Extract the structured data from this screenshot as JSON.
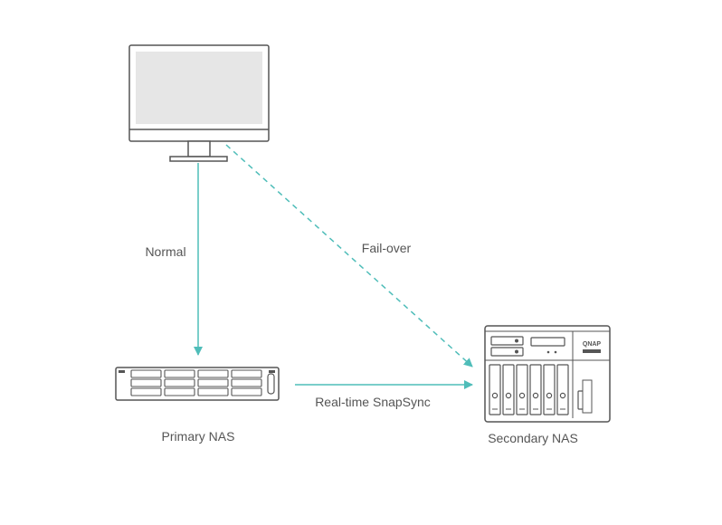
{
  "labels": {
    "normal": "Normal",
    "failover": "Fail-over",
    "sync": "Real-time SnapSync",
    "primary": "Primary NAS",
    "secondary": "Secondary NAS",
    "brand": "QNAP"
  },
  "colors": {
    "accent": "#4fbdb9",
    "outline": "#555555",
    "screen": "#e6e6e6",
    "label": "#555555"
  }
}
